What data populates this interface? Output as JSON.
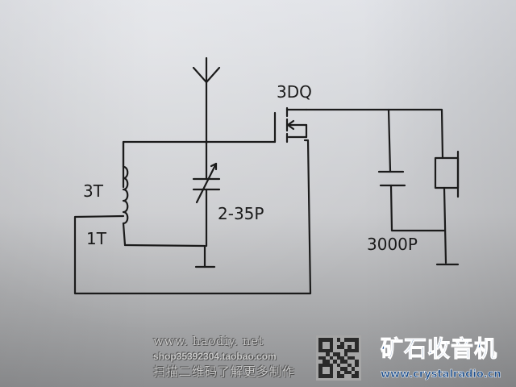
{
  "diagram": {
    "title": "Crystal radio receiver with FET (hand-drawn schematic)",
    "components": {
      "transistor_label": "3DQ",
      "coil_upper_label": "3T",
      "coil_lower_label": "1T",
      "variable_capacitor_label": "2-35P",
      "output_capacitor_label": "3000P"
    },
    "icons": {
      "antenna": "antenna-icon",
      "ground": "ground-icon",
      "inductor": "inductor-icon",
      "variable_capacitor": "variable-capacitor-icon",
      "capacitor": "capacitor-icon",
      "earphone": "earphone-icon",
      "fet": "fet-transistor-icon"
    },
    "colors": {
      "ink": "#1b1b1b",
      "paper_top": "#dfe1e6",
      "paper_bottom": "#8d8e90"
    }
  },
  "watermark": {
    "site_url": "www. haodiy. net",
    "shop_url": "shop35392304.taobao.com",
    "scan_text": "扫描二维码了解更多制作",
    "brand_name": "矿石收音机",
    "brand_url": "www.crystalradio.cn",
    "brand_color": "#1e4f8c"
  }
}
